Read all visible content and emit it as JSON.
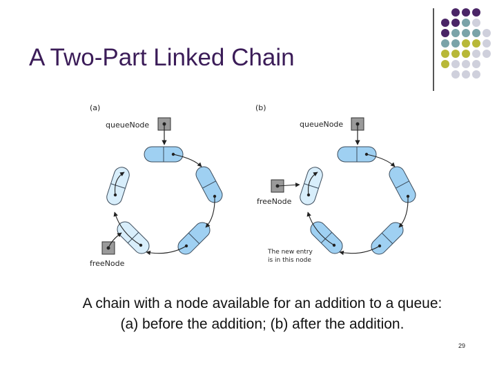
{
  "slide": {
    "title": "A Two-Part Linked Chain",
    "caption_line1": "A chain with a node available for an addition to a queue:",
    "caption_line2": "(a) before the addition; (b) after the addition.",
    "page_number": "29"
  },
  "diagram": {
    "panel_a": {
      "label": "(a)",
      "queue_node": "queueNode",
      "free_node": "freeNode"
    },
    "panel_b": {
      "label": "(b)",
      "queue_node": "queueNode",
      "free_node": "freeNode",
      "note_line1": "The new entry",
      "note_line2": "is in this node"
    }
  },
  "colors": {
    "title": "#3b1c58",
    "node_fill": "#9fd0f2",
    "free_node_fill": "#d8eefb",
    "node_stroke": "#3a4a5a",
    "pointer_box": "#9a9a9a",
    "decor_purple": "#4a2566",
    "decor_teal": "#7aa3a8",
    "decor_olive": "#b8b838",
    "decor_gray": "#cfd0dc"
  }
}
